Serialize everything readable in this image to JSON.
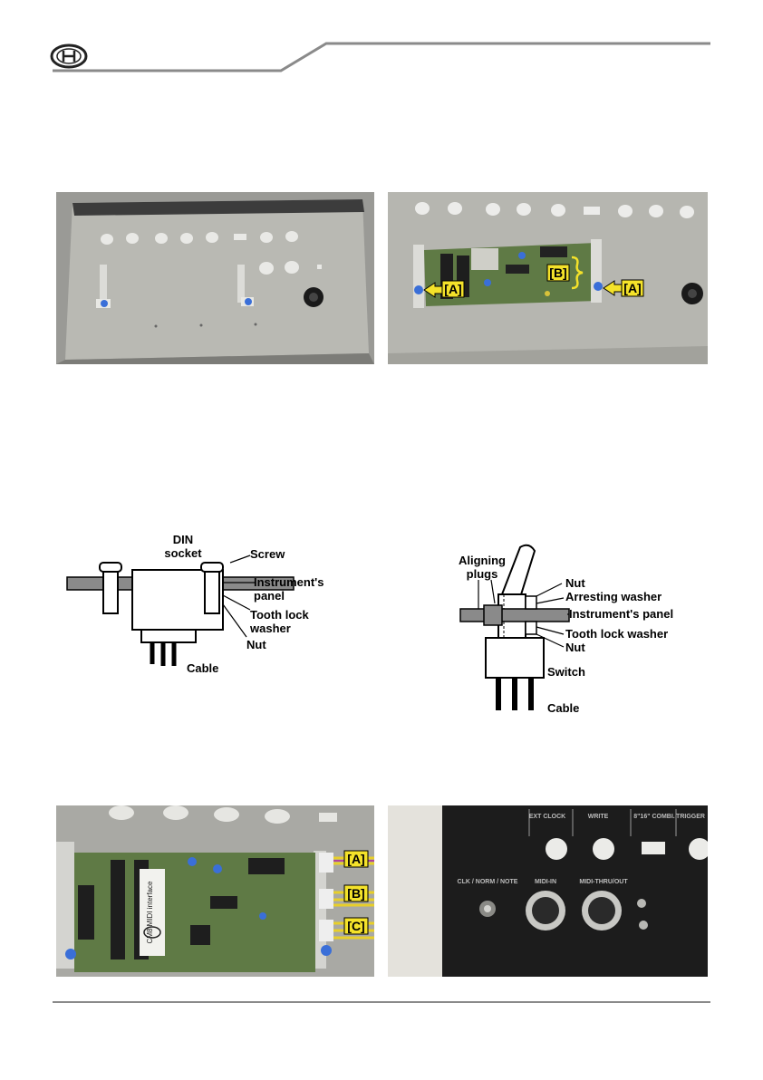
{
  "header": {
    "logo_icon": "chd-logo-icon"
  },
  "photo1": {},
  "photo2": {
    "callouts": [
      "[A]",
      "[B]",
      "[A]"
    ]
  },
  "din_diagram": {
    "labels": {
      "din_socket": "DIN\nsocket",
      "screw": "Screw",
      "panel": "Instrument's\npanel",
      "tooth": "Tooth lock\nwasher",
      "nut": "Nut",
      "cable": "Cable"
    }
  },
  "switch_diagram": {
    "labels": {
      "aligning": "Aligning\nplugs",
      "nut": "Nut",
      "arresting": "Arresting washer",
      "panel": "Instrument's panel",
      "tooth": "Tooth lock washer",
      "nut2": "Nut",
      "switch": "Switch",
      "cable": "Cable"
    }
  },
  "photo3": {
    "callouts": [
      "[A]",
      "[B]",
      "[C]"
    ],
    "chip_label": "CM8 MIDI interface"
  },
  "photo4": {
    "panel_labels": [
      "EXT CLOCK",
      "WRITE",
      "8\"16\" COMBI.",
      "TRIGGER",
      "CLK / NORM / NOTE",
      "MIDI-IN",
      "MIDI-THRU/OUT"
    ]
  },
  "colors": {
    "rule": "#8a8a8a",
    "callout_yellow": "#f4e22a",
    "panel_black": "#1c1c1c",
    "pcb_green": "#5f7a45"
  }
}
